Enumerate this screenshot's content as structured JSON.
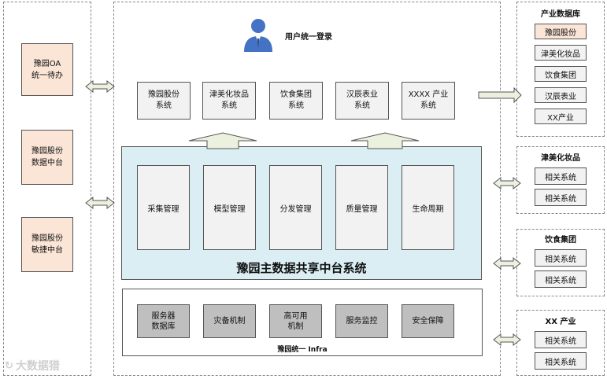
{
  "left_panel": {
    "items": [
      {
        "label": "豫园OA\n统一待办"
      },
      {
        "label": "豫园股份\n数据中台"
      },
      {
        "label": "豫园股份\n敏捷中台"
      }
    ]
  },
  "center": {
    "login_label": "用户统一登录",
    "systems": [
      {
        "label": "豫园股份\n系统"
      },
      {
        "label": "津美化妆品\n系统"
      },
      {
        "label": "饮食集团\n系统"
      },
      {
        "label": "汉辰表业\n系统"
      },
      {
        "label": "XXXX 产业\n系统"
      }
    ],
    "platform": {
      "modules": [
        "采集管理",
        "模型管理",
        "分发管理",
        "质量管理",
        "生命周期"
      ],
      "title": "豫园主数据共享中台系统"
    },
    "infra": {
      "items": [
        "服务器\n数据库",
        "灾备机制",
        "高可用\n机制",
        "服务监控",
        "安全保障"
      ],
      "title": "豫园统一 Infra"
    }
  },
  "right_panel": {
    "industry_db": {
      "title": "产业数据库",
      "items": [
        "豫园股份",
        "津美化妆品",
        "饮食集团",
        "汉辰表业",
        "XX产业"
      ]
    },
    "groups": [
      {
        "title": "津美化妆品",
        "items": [
          "相关系统",
          "相关系统"
        ]
      },
      {
        "title": "饮食集团",
        "items": [
          "相关系统",
          "相关系统"
        ]
      },
      {
        "title": "XX 产业",
        "items": [
          "相关系统",
          "相关系统"
        ]
      }
    ]
  },
  "watermark": "大数据猎",
  "colors": {
    "peach": "#fbe5d6",
    "platform_bg": "#daeef3",
    "box_grey": "#bfbfbf",
    "arrow_fill": "#ebf1de",
    "user_icon": "#4472c4"
  }
}
